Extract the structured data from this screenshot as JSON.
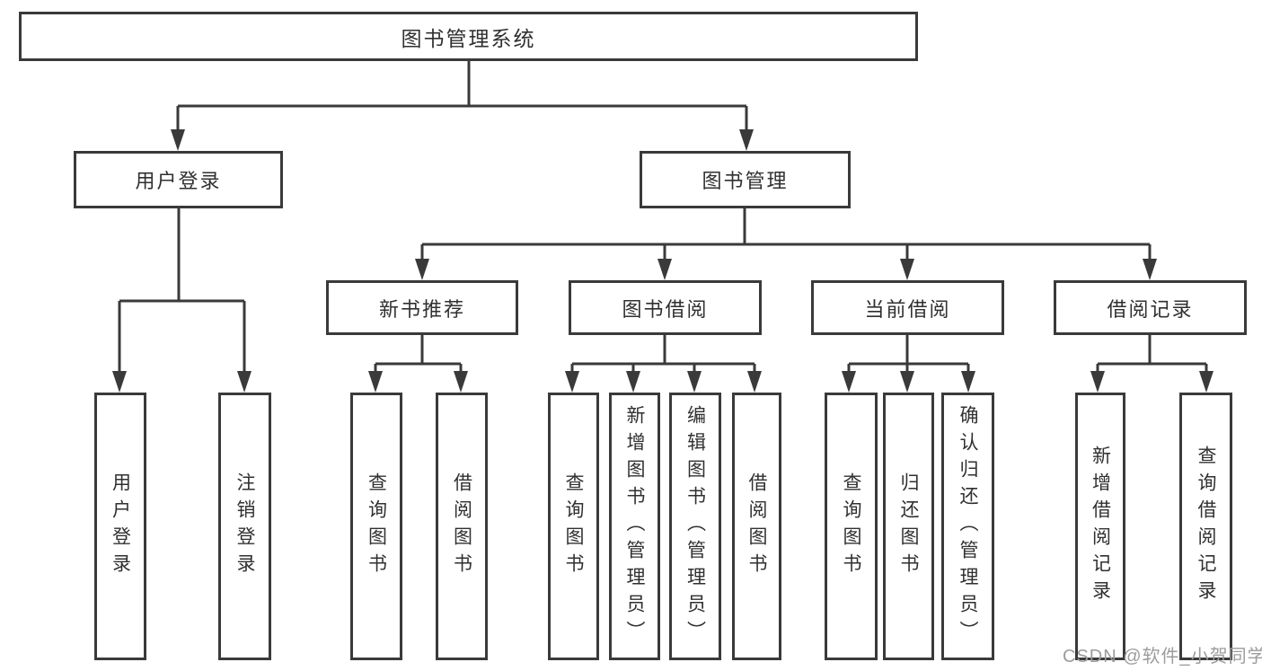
{
  "tree": {
    "label": "图书管理系统",
    "children": [
      {
        "label": "用户登录",
        "children": [
          {
            "label": "用户登录"
          },
          {
            "label": "注销登录"
          }
        ]
      },
      {
        "label": "图书管理",
        "children": [
          {
            "label": "新书推荐",
            "children": [
              {
                "label": "查询图书"
              },
              {
                "label": "借阅图书"
              }
            ]
          },
          {
            "label": "图书借阅",
            "children": [
              {
                "label": "查询图书"
              },
              {
                "label": "新增图书（管理员）"
              },
              {
                "label": "编辑图书（管理员）"
              },
              {
                "label": "借阅图书"
              }
            ]
          },
          {
            "label": "当前借阅",
            "children": [
              {
                "label": "查询图书"
              },
              {
                "label": "归还图书"
              },
              {
                "label": "确认归还（管理员）"
              }
            ]
          },
          {
            "label": "借阅记录",
            "children": [
              {
                "label": "新增借阅记录"
              },
              {
                "label": "查询借阅记录"
              }
            ]
          }
        ]
      }
    ]
  },
  "watermark": {
    "text": "CSDN @软件_小贺同学"
  },
  "appearance": {
    "line_color": "#3a3a3a",
    "box_border_color": "#3a3a3a",
    "text_color": "#303030",
    "watermark_color": "#9c9c9c",
    "background_color": "#ffffff"
  }
}
